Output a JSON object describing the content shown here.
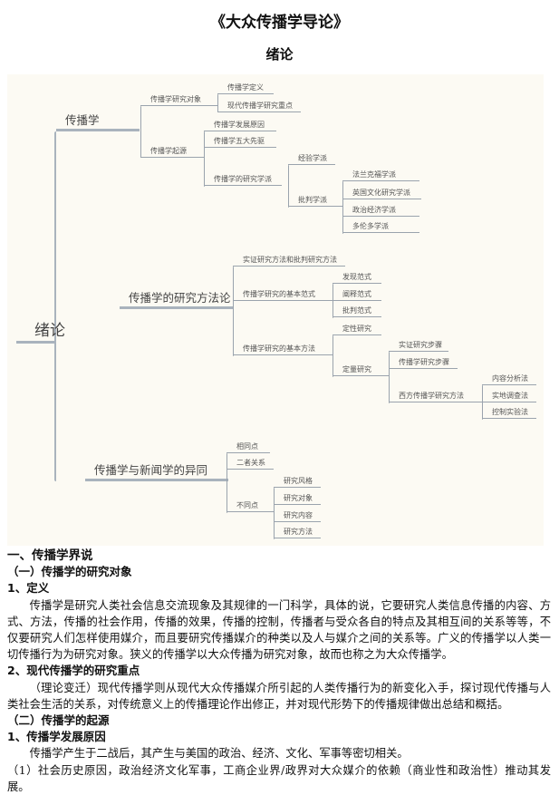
{
  "title": "《大众传播学导论》",
  "subtitle": "绪论",
  "mindmap": {
    "root": "绪论",
    "b1": {
      "label": "传播学",
      "c1": {
        "label": "传播学研究对象",
        "items": [
          "传播学定义",
          "现代传播学研究重点"
        ]
      },
      "c2": {
        "label": "传播学起源",
        "items": [
          "传播学发展原因",
          "传播学五大先驱",
          "传播学的研究学派"
        ],
        "schools": {
          "empirical": "经验学派",
          "critical": "批判学派",
          "critical_items": [
            "法兰克福学派",
            "英国文化研究学派",
            "政治经济学派",
            "多伦多学派"
          ]
        }
      }
    },
    "b2": {
      "label": "传播学的研究方法论",
      "items": [
        "实证研究方法和批判研究方法",
        "传播学研究的基本范式",
        "传播学研究的基本方法"
      ],
      "paradigms": [
        "发现范式",
        "阐释范式",
        "批判范式"
      ],
      "methods": [
        "定性研究",
        "定量研究"
      ],
      "quant": [
        "实证研究步骤",
        "传播学研究步骤",
        "西方传播学研究方法"
      ],
      "western": [
        "内容分析法",
        "实地调查法",
        "控制实验法"
      ]
    },
    "b3": {
      "label": "传播学与新闻学的异同",
      "items": [
        "相同点",
        "二者关系",
        "不同点"
      ],
      "diffs": [
        "研究风格",
        "研究对象",
        "研究内容",
        "研究方法"
      ]
    }
  },
  "body": {
    "h1": "一、传播学界说",
    "s1": "（一）传播学的研究对象",
    "s1_1": "1、定义",
    "p1": "传播学是研究人类社会信息交流现象及其规律的一门科学，具体的说，它要研究人类信息传播的内容、方式、方法，传播的社会作用，传播的效果，传播的控制，传播者与受众各自的特点及其相互间的关系等等，不仅要研究人们怎样使用媒介，而且要研究传播媒介的种类以及人与媒介之间的关系等。广义的传播学以人类一切传播行为为研究对象。狭义的传播学以大众传播为研究对象，故而也称之为大众传播学。",
    "s1_2": "2、现代传播学的研究重点",
    "p2": "（理论变迁）现代传播学则从现代大众传播媒介所引起的人类传播行为的新变化入手，探讨现代传播与人类社会生活的关系，对传统意义上的传播理论作出修正，并对现代形势下的传播规律做出总结和概括。",
    "s2": "（二）传播学的起源",
    "s2_1": "1、传播学发展原因",
    "p3": "传播学产生于二战后，其产生与美国的政治、经济、文化、军事等密切相关。",
    "p4": "（1）社会历史原因，政治经济文化军事，工商企业界/政界对大众媒介的依赖（商业性和政治性）推动其发展。"
  }
}
